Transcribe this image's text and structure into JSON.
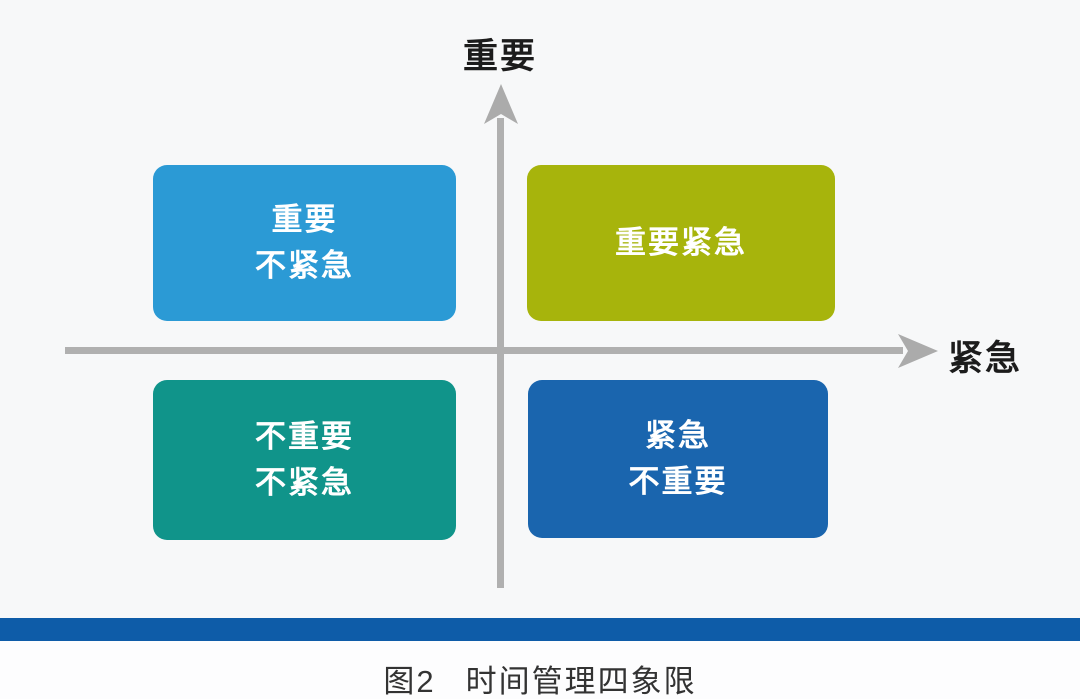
{
  "figure": {
    "y_axis_label": "重要",
    "x_axis_label": "紧急",
    "quadrants": [
      {
        "position": "top-left",
        "lines": [
          "重要",
          "不紧急"
        ],
        "color": "#2b9ad5",
        "side_color": "#1580b4"
      },
      {
        "position": "top-right",
        "lines": [
          "重要紧急"
        ],
        "color": "#a7b40c",
        "side_color": "#87940e"
      },
      {
        "position": "bottom-left",
        "lines": [
          "不重要",
          "不紧急"
        ],
        "color": "#10948a",
        "side_color": "#0a766d"
      },
      {
        "position": "bottom-right",
        "lines": [
          "紧急",
          "不重要"
        ],
        "color": "#1a65ae",
        "side_color": "#114e86"
      }
    ],
    "axis_color": "#b0b0b0",
    "divider_color": "#0e5ca8",
    "caption": {
      "prefix": "图2",
      "title": "时间管理四象限"
    }
  }
}
